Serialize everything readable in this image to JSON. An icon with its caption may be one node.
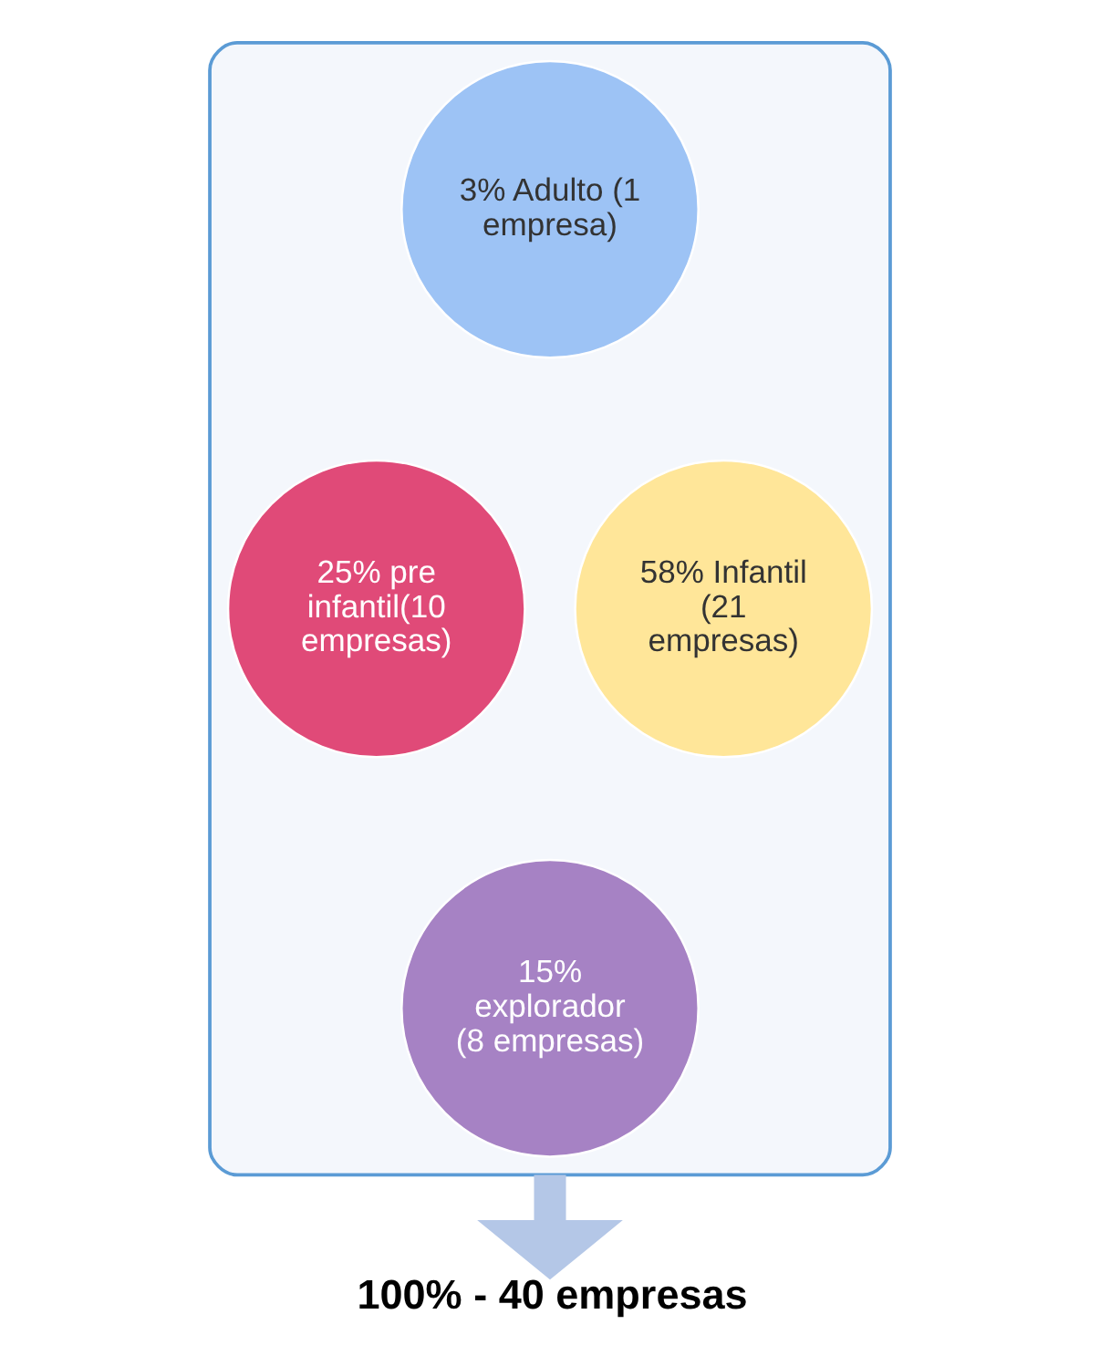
{
  "diagram": {
    "nodes": [
      {
        "text": [],
        "shape": "funnel"
      },
      {
        "text": [
          "3% Adulto (1 empresa)"
        ],
        "in": 0
      },
      {
        "text": [
          "25% pre infantil(10 empresas)"
        ],
        "in": 0
      },
      {
        "text": [
          "58% Infantil (21 empresas)"
        ],
        "in": 0
      },
      {
        "text": [
          "15% explorador (8 empresas)"
        ],
        "in": 0
      },
      {
        "text": [
          "100% - 40 empresas"
        ]
      }
    ],
    "edges": [
      {
        "from": 0,
        "to": 5,
        "arrow": "to"
      }
    ]
  }
}
